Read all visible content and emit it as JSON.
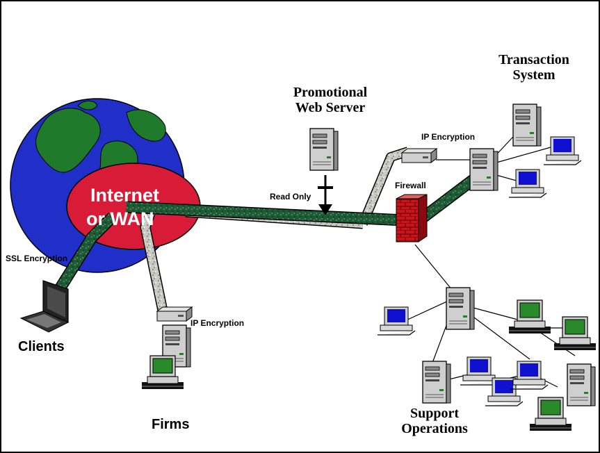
{
  "labels": {
    "internet": "Internet",
    "wan": "or WAN",
    "ssl": "SSL Encryption",
    "clients": "Clients",
    "firms": "Firms",
    "ip_encryption_firms": "IP Encryption",
    "promo_line1": "Promotional",
    "promo_line2": "Web Server",
    "read_only": "Read Only",
    "ip_encryption_top": "IP Encryption",
    "firewall": "Firewall",
    "transaction_line1": "Transaction",
    "transaction_line2": "System",
    "support_line1": "Support",
    "support_line2": "Operations"
  },
  "colors": {
    "ocean": "#1f2fc8",
    "land": "#1f7a2c",
    "cloud": "#d81b37",
    "secure_pipe": "#1d5a35",
    "plain_pipe": "#c9cac4",
    "firewall_brick": "#c4161c",
    "screen_blue": "#1010d0",
    "screen_green": "#2a8a2a"
  },
  "icons": [
    "globe-icon",
    "laptop-icon",
    "server-icon",
    "router-icon",
    "workstation-icon",
    "firewall-icon",
    "arrow-icon"
  ]
}
